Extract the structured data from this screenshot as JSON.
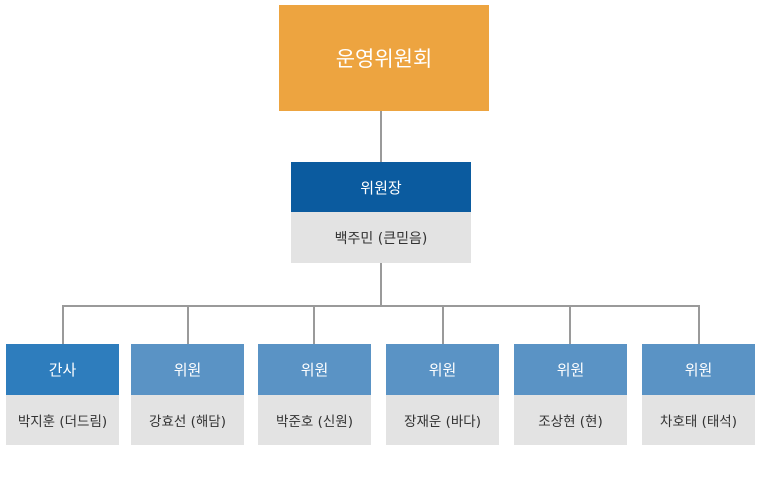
{
  "colors": {
    "committee": "#eda440",
    "chair_header": "#0b5b9f",
    "secretary_header": "#2e7dbd",
    "member_header": "#5a93c5",
    "name_bg": "#e3e3e3",
    "line": "#9a9a9a"
  },
  "committee": {
    "title": "운영위원회"
  },
  "chair": {
    "role": "위원장",
    "name": "백주민 (큰믿음)"
  },
  "members": [
    {
      "role": "간사",
      "name": "박지훈 (더드림)"
    },
    {
      "role": "위원",
      "name": "강효선 (해담)"
    },
    {
      "role": "위원",
      "name": "박준호 (신원)"
    },
    {
      "role": "위원",
      "name": "장재운 (바다)"
    },
    {
      "role": "위원",
      "name": "조상현 (현)"
    },
    {
      "role": "위원",
      "name": "차호태 (태석)"
    }
  ]
}
